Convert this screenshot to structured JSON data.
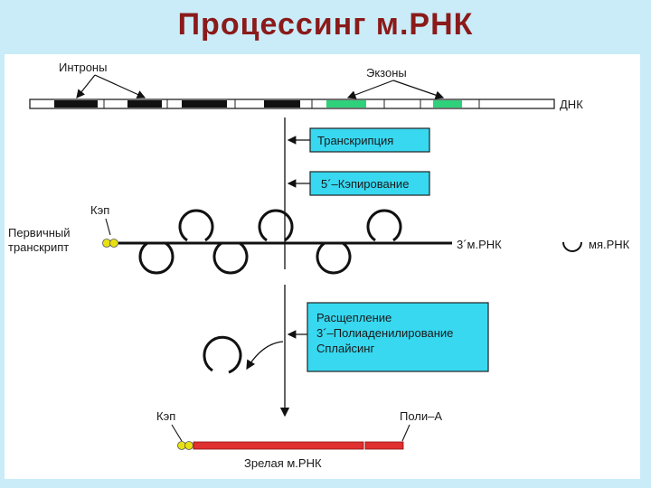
{
  "title": "Процессинг м.РНК",
  "dna": {
    "introns_label": "Интроны",
    "exons_label": "Экзоны",
    "dna_label": "ДНК"
  },
  "steps": {
    "transcription": "Транскрипция",
    "capping": "5´–Кэпирование",
    "processing": [
      "Расщепление",
      "3´–Полиаденилирование",
      "Сплайсинг"
    ]
  },
  "transcript": {
    "cap_label": "Кэп",
    "primary_label_line1": "Первичный",
    "primary_label_line2": "транскрипт",
    "three_prime_label": "3´м.РНК",
    "minRNA_label": "мя.РНК"
  },
  "mature": {
    "cap_label": "Кэп",
    "polyA_label": "Поли–А",
    "mature_label": "Зрелая м.РНК"
  },
  "colors": {
    "exon": "#2fd17a",
    "intron": "#111111",
    "box_fill": "#37d8f0",
    "cap": "#e8e010",
    "mature": "#e03030",
    "title": "#8b1a1a"
  }
}
